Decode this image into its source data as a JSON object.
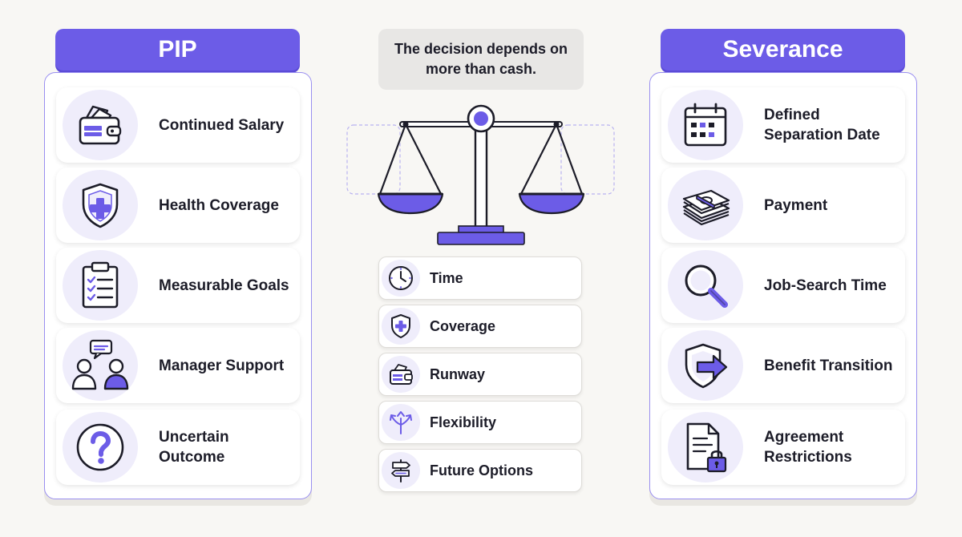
{
  "colors": {
    "accent": "#6c5ce7",
    "panel_border": "#9a8ff0",
    "icon_bg": "#efedfb",
    "caption_bg": "#e8e7e5",
    "background": "#f8f7f4"
  },
  "caption": "The decision depends on more than cash.",
  "pip": {
    "title": "PIP",
    "items": [
      {
        "label": "Continued Salary",
        "icon": "wallet-icon"
      },
      {
        "label": "Health Coverage",
        "icon": "shield-plus-icon"
      },
      {
        "label": "Measurable Goals",
        "icon": "checklist-icon"
      },
      {
        "label": "Manager Support",
        "icon": "people-chat-icon"
      },
      {
        "label": "Uncertain Outcome",
        "icon": "question-icon"
      }
    ]
  },
  "severance": {
    "title": "Severance",
    "items": [
      {
        "label": "Defined Separation Date",
        "icon": "calendar-icon"
      },
      {
        "label": "Payment",
        "icon": "cash-stack-icon"
      },
      {
        "label": "Job-Search Time",
        "icon": "magnifier-icon"
      },
      {
        "label": "Benefit Transition",
        "icon": "shield-arrow-icon"
      },
      {
        "label": "Agreement Restrictions",
        "icon": "document-lock-icon"
      }
    ]
  },
  "factors": [
    {
      "label": "Time",
      "icon": "clock-icon"
    },
    {
      "label": "Coverage",
      "icon": "shield-plus-icon"
    },
    {
      "label": "Runway",
      "icon": "wallet-icon"
    },
    {
      "label": "Flexibility",
      "icon": "branching-arrows-icon"
    },
    {
      "label": "Future Options",
      "icon": "signpost-icon"
    }
  ],
  "center_graphic": "balance-scale-icon"
}
